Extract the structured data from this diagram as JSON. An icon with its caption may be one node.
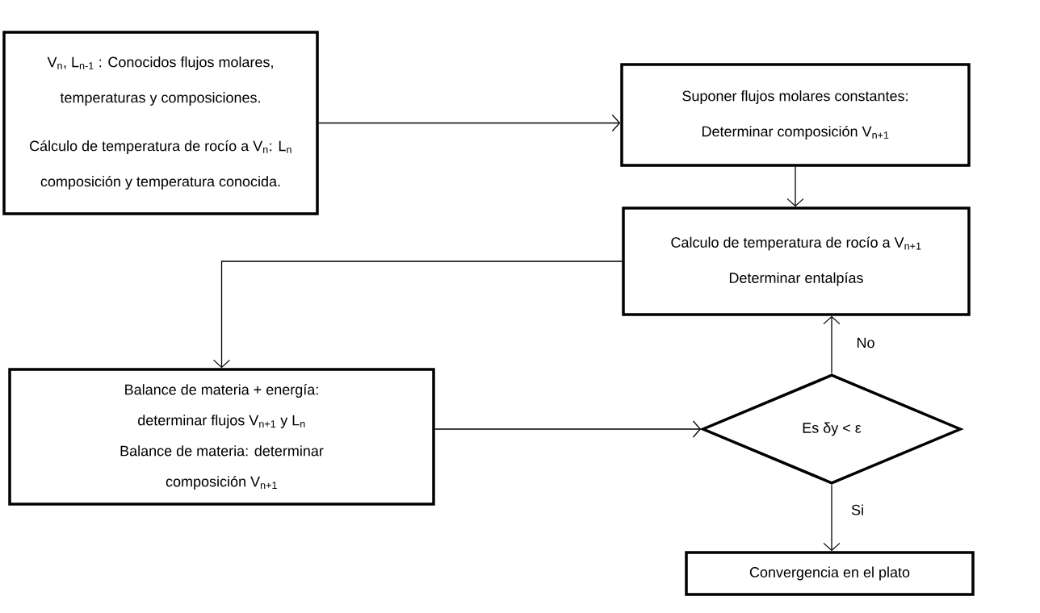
{
  "diagram": {
    "nodes": [
      {
        "text": [
          "V$_{n}$, L$_{n-1}$ : Conocidos flujos molares, temperaturas y composiciones.",
          "Cálculo de temperatura de rocío a V$_{n}$: L$_{n}$ composición y temperatura conocida."
        ]
      },
      {
        "text": [
          "Suponer flujos molares constantes:",
          "Determinar composición V$_{n+1}$"
        ]
      },
      {
        "text": [
          "Calculo de temperatura de rocío a V$_{n+1}$",
          "Determinar entalpías"
        ]
      },
      {
        "text": [
          "Balance de materia + energía: determinar flujos V$_{n+1}$ y L$_{n}$",
          "Balance de materia: determinar composición V$_{n+1}$"
        ]
      },
      {
        "text": [
          "Es δy < ε"
        ]
      },
      {
        "text": [
          "Convergencia en el plato"
        ]
      }
    ],
    "edges": [
      {
        "from": 0,
        "to": 1,
        "arrow": "to"
      },
      {
        "from": 1,
        "to": 2,
        "arrow": "to"
      },
      {
        "from": 2,
        "to": 3,
        "arrow": "to"
      },
      {
        "from": 4,
        "to": 2,
        "arrow": "to",
        "label": "No"
      },
      {
        "from": 3,
        "to": 4,
        "arrow": "to"
      },
      {
        "from": 4,
        "to": 5,
        "arrow": "to",
        "label": "Si"
      }
    ]
  }
}
